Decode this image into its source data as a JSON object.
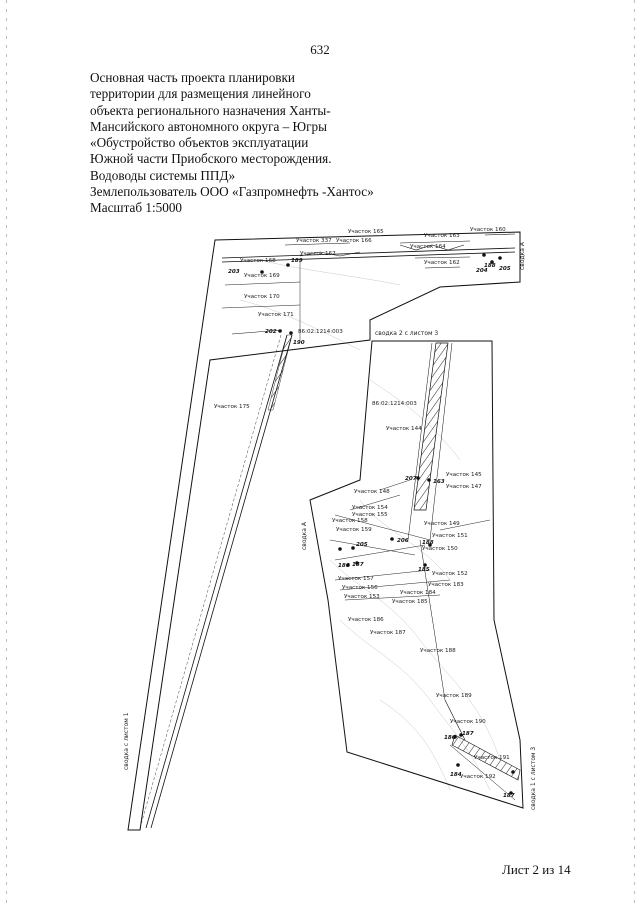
{
  "page_number": "632",
  "heading_lines": [
    "Основная часть проекта планировки",
    "территории для размещения линейного",
    "объекта регионального назначения Ханты-",
    "Мансийского автономного округа – Югры",
    "«Обустройство объектов эксплуатации",
    "Южной части Приобского месторождения.",
    "Водоводы системы ППД»",
    "Землепользователь ООО «Газпромнефть -Хантос»",
    "Масштаб 1:5000"
  ],
  "sheet_label": "Лист 2 из 14",
  "plan": {
    "cadastral_labels": [
      "86:02:1214:003",
      "86:02:1214:003"
    ],
    "junction_labels": {
      "a_top": "сводка  А",
      "a_left": "сводка  А",
      "sheet3": "сводка  2  с  листом  3",
      "sheet1_left": "сводка  с  листом  1",
      "sheet1_right": "сводка  1  с  листом  3"
    },
    "plots": [
      "Участок  160",
      "Участок  165",
      "Участок  337",
      "Участок  166",
      "Участок  163",
      "Участок  164",
      "Участок  162",
      "Участок  167",
      "Участок  168",
      "Участок  169",
      "Участок  170",
      "Участок  171",
      "Участок  175",
      "Участок  144",
      "Участок  145",
      "Участок  147",
      "Участок  148",
      "Участок  154",
      "Участок  158",
      "Участок  155",
      "Участок  149",
      "Участок  159",
      "Участок  151",
      "Участок  150",
      "Участок  157",
      "Участок  152",
      "Участок  183",
      "Участок  153",
      "Участок  184",
      "Участок  185",
      "Участок  186",
      "Участок  187",
      "Участок  188",
      "Участок  189",
      "Участок  190",
      "Участок  191",
      "Участок  192",
      "Участок  156"
    ],
    "points": [
      "203",
      "189",
      "204",
      "205",
      "188",
      "202",
      "190",
      "207",
      "163",
      "206",
      "188",
      "205",
      "186",
      "187",
      "185",
      "186",
      "187",
      "184",
      "187"
    ]
  }
}
